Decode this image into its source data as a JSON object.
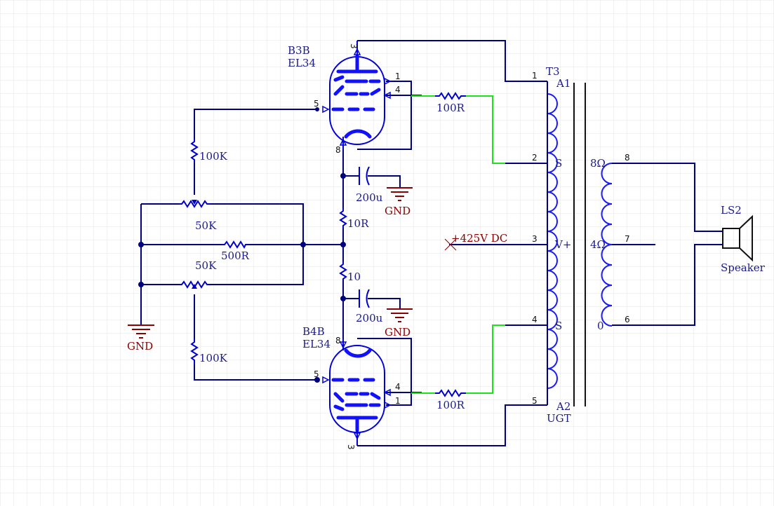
{
  "colors": {
    "background": "#ffffff",
    "grid": "#e6e6e6",
    "wire": "#00007f",
    "highlight_wire": "#19e619",
    "component": "#1a1aff",
    "ground_label": "#8b0000"
  },
  "tubes": {
    "top": {
      "designator": "B3B",
      "type": "EL34",
      "pins": [
        "3",
        "1",
        "4",
        "5",
        "8"
      ]
    },
    "bottom": {
      "designator": "B4B",
      "type": "EL34",
      "pins": [
        "8",
        "5",
        "4",
        "1",
        "3"
      ]
    }
  },
  "resistors": {
    "grid_top": "100K",
    "grid_bottom": "100K",
    "pot_top": "50K",
    "pot_bottom": "50K",
    "bias": "500R",
    "cathode_top": "10R",
    "cathode_bottom": "10",
    "screen_top": "100R",
    "screen_bottom": "100R"
  },
  "capacitors": {
    "top": "200u",
    "bottom": "200u"
  },
  "grounds": {
    "label": "GND"
  },
  "power": {
    "net_label": "+425V DC"
  },
  "transformer": {
    "designator": "T3",
    "type": "UGT",
    "primary_pins": [
      "1",
      "2",
      "3",
      "4",
      "5"
    ],
    "primary_taps": [
      "A1",
      "S",
      "V+",
      "S",
      "A2"
    ],
    "secondary_pins": [
      "8",
      "7",
      "6"
    ],
    "secondary_taps": [
      "8Ω",
      "4Ω",
      "0"
    ]
  },
  "speaker": {
    "designator": "LS2",
    "name": "Speaker"
  }
}
